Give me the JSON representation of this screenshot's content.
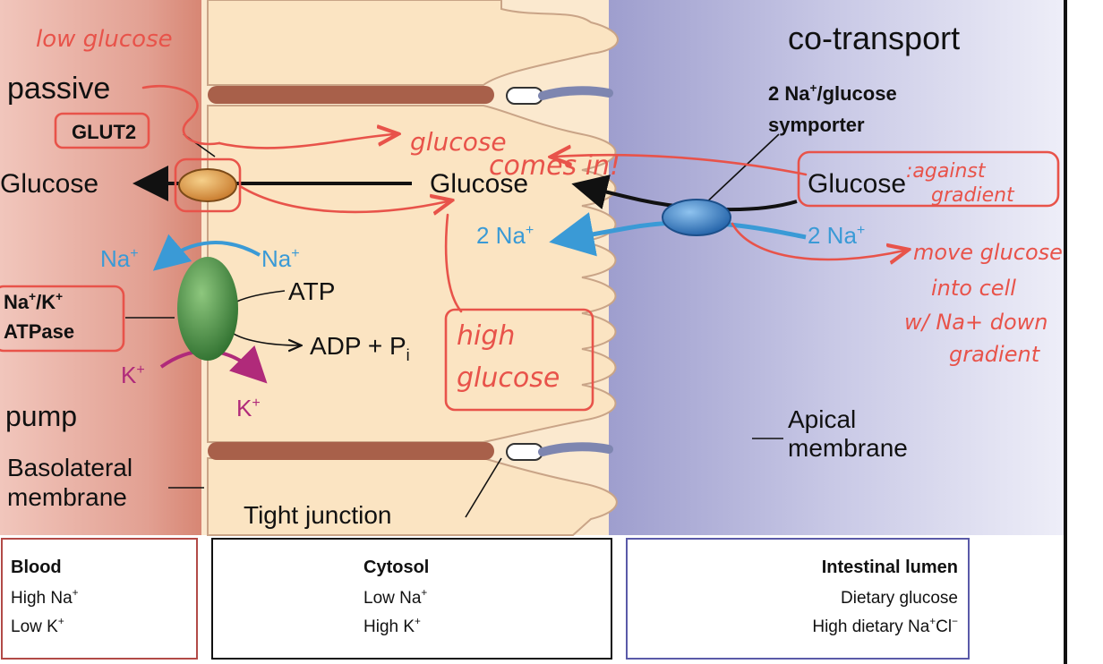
{
  "labels": {
    "co_transport": "co-transport",
    "passive": "passive",
    "glut2": "GLUT2",
    "glucose_left": "Glucose",
    "glucose_mid": "Glucose",
    "glucose_right": "Glucose",
    "na_left": "Na",
    "na_mid": "Na",
    "two_na_mid": "2 Na",
    "two_na_right": "2 Na",
    "nak_line1": "Na",
    "nak_slash": "/K",
    "atpase": "ATPase",
    "atp": "ATP",
    "adp": "ADP + P",
    "adp_sub": "i",
    "k_left": "K",
    "k_right": "K",
    "pump": "pump",
    "symporter_line1": "2 Na",
    "symporter_line1b": "/glucose",
    "symporter_line2": "symporter",
    "apical_1": "Apical",
    "apical_2": "membrane",
    "basolateral_1": "Basolateral",
    "basolateral_2": "membrane",
    "tight_junction": "Tight junction"
  },
  "handwritten": {
    "low_glucose": "low glucose",
    "glucose_comes_in_1": "glucose",
    "glucose_comes_in_2": "comes in!",
    "against_gradient_1": ":against",
    "against_gradient_2": "gradient",
    "high_glucose_1": "high",
    "high_glucose_2": "glucose",
    "note_1": "move glucose",
    "note_2": "into cell",
    "note_3": "w/ Na+ down",
    "note_4": "gradient"
  },
  "boxes": {
    "blood": {
      "title": "Blood",
      "line1": "High Na",
      "line2": "Low K"
    },
    "cytosol": {
      "title": "Cytosol",
      "line1": "Low Na",
      "line2": "High K"
    },
    "lumen": {
      "title": "Intestinal lumen",
      "line1": "Dietary glucose",
      "line2": "High dietary Na",
      "line2b": "Cl"
    }
  },
  "colors": {
    "blood_region": "#d98a7a",
    "cytosol": "#fbe8cc",
    "lumen": "#b9b9dc",
    "annotation_red": "#e8534a",
    "na_blue": "#3a9ad6",
    "k_magenta": "#b02a7a",
    "pump_green": "#3e8a3e",
    "glut2_orange": "#e5a24a",
    "symporter_blue": "#2f7fc6"
  }
}
